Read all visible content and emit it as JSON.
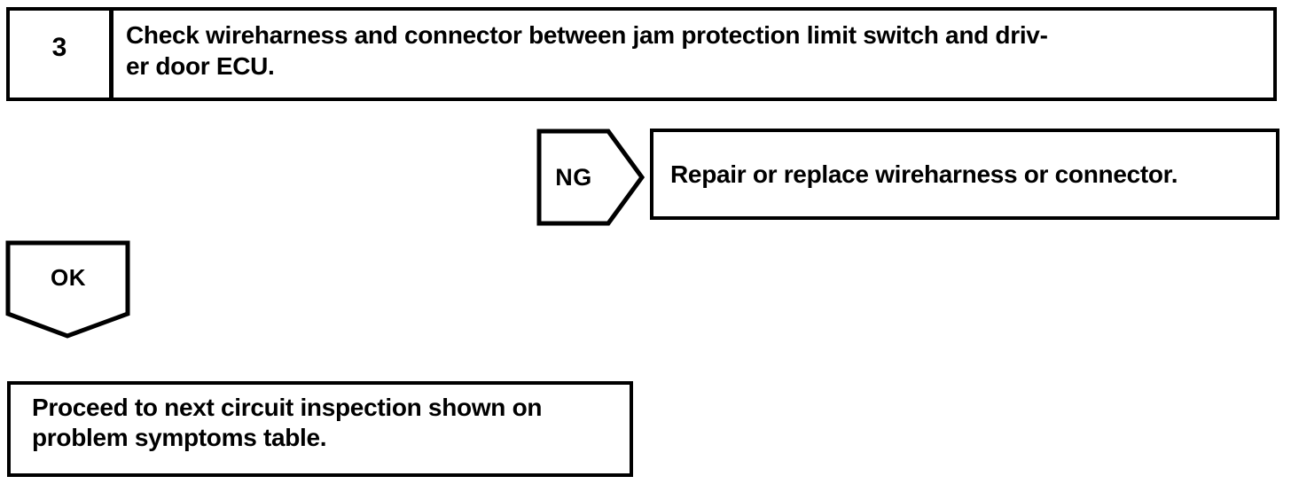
{
  "page": {
    "background_color": "#ffffff",
    "line_color": "#000000"
  },
  "step_box": {
    "number": "3",
    "instruction_lines": [
      "Check wireharness and connector between jam protection limit switch and driv-",
      "er door ECU."
    ]
  },
  "ng_branch": {
    "tag_label": "NG",
    "action": "Repair or replace wireharness or connector."
  },
  "ok_branch": {
    "tag_label": "OK",
    "action_lines": [
      "Proceed to next circuit inspection shown on",
      "problem symptoms table."
    ]
  }
}
